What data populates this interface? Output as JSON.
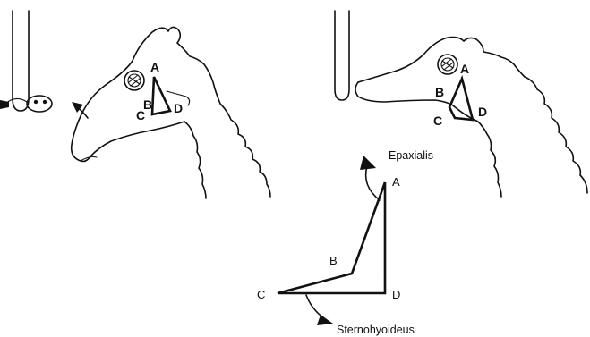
{
  "left_panel": {
    "labels": {
      "a": "A",
      "b": "B",
      "c": "C",
      "d": "D"
    }
  },
  "right_panel": {
    "labels": {
      "a": "A",
      "b": "B",
      "c": "C",
      "d": "D"
    }
  },
  "schematic": {
    "labels": {
      "a": "A",
      "b": "B",
      "c": "C",
      "d": "D"
    },
    "muscles": {
      "upper": "Epaxialis",
      "lower": "Sternohyoideus"
    }
  }
}
